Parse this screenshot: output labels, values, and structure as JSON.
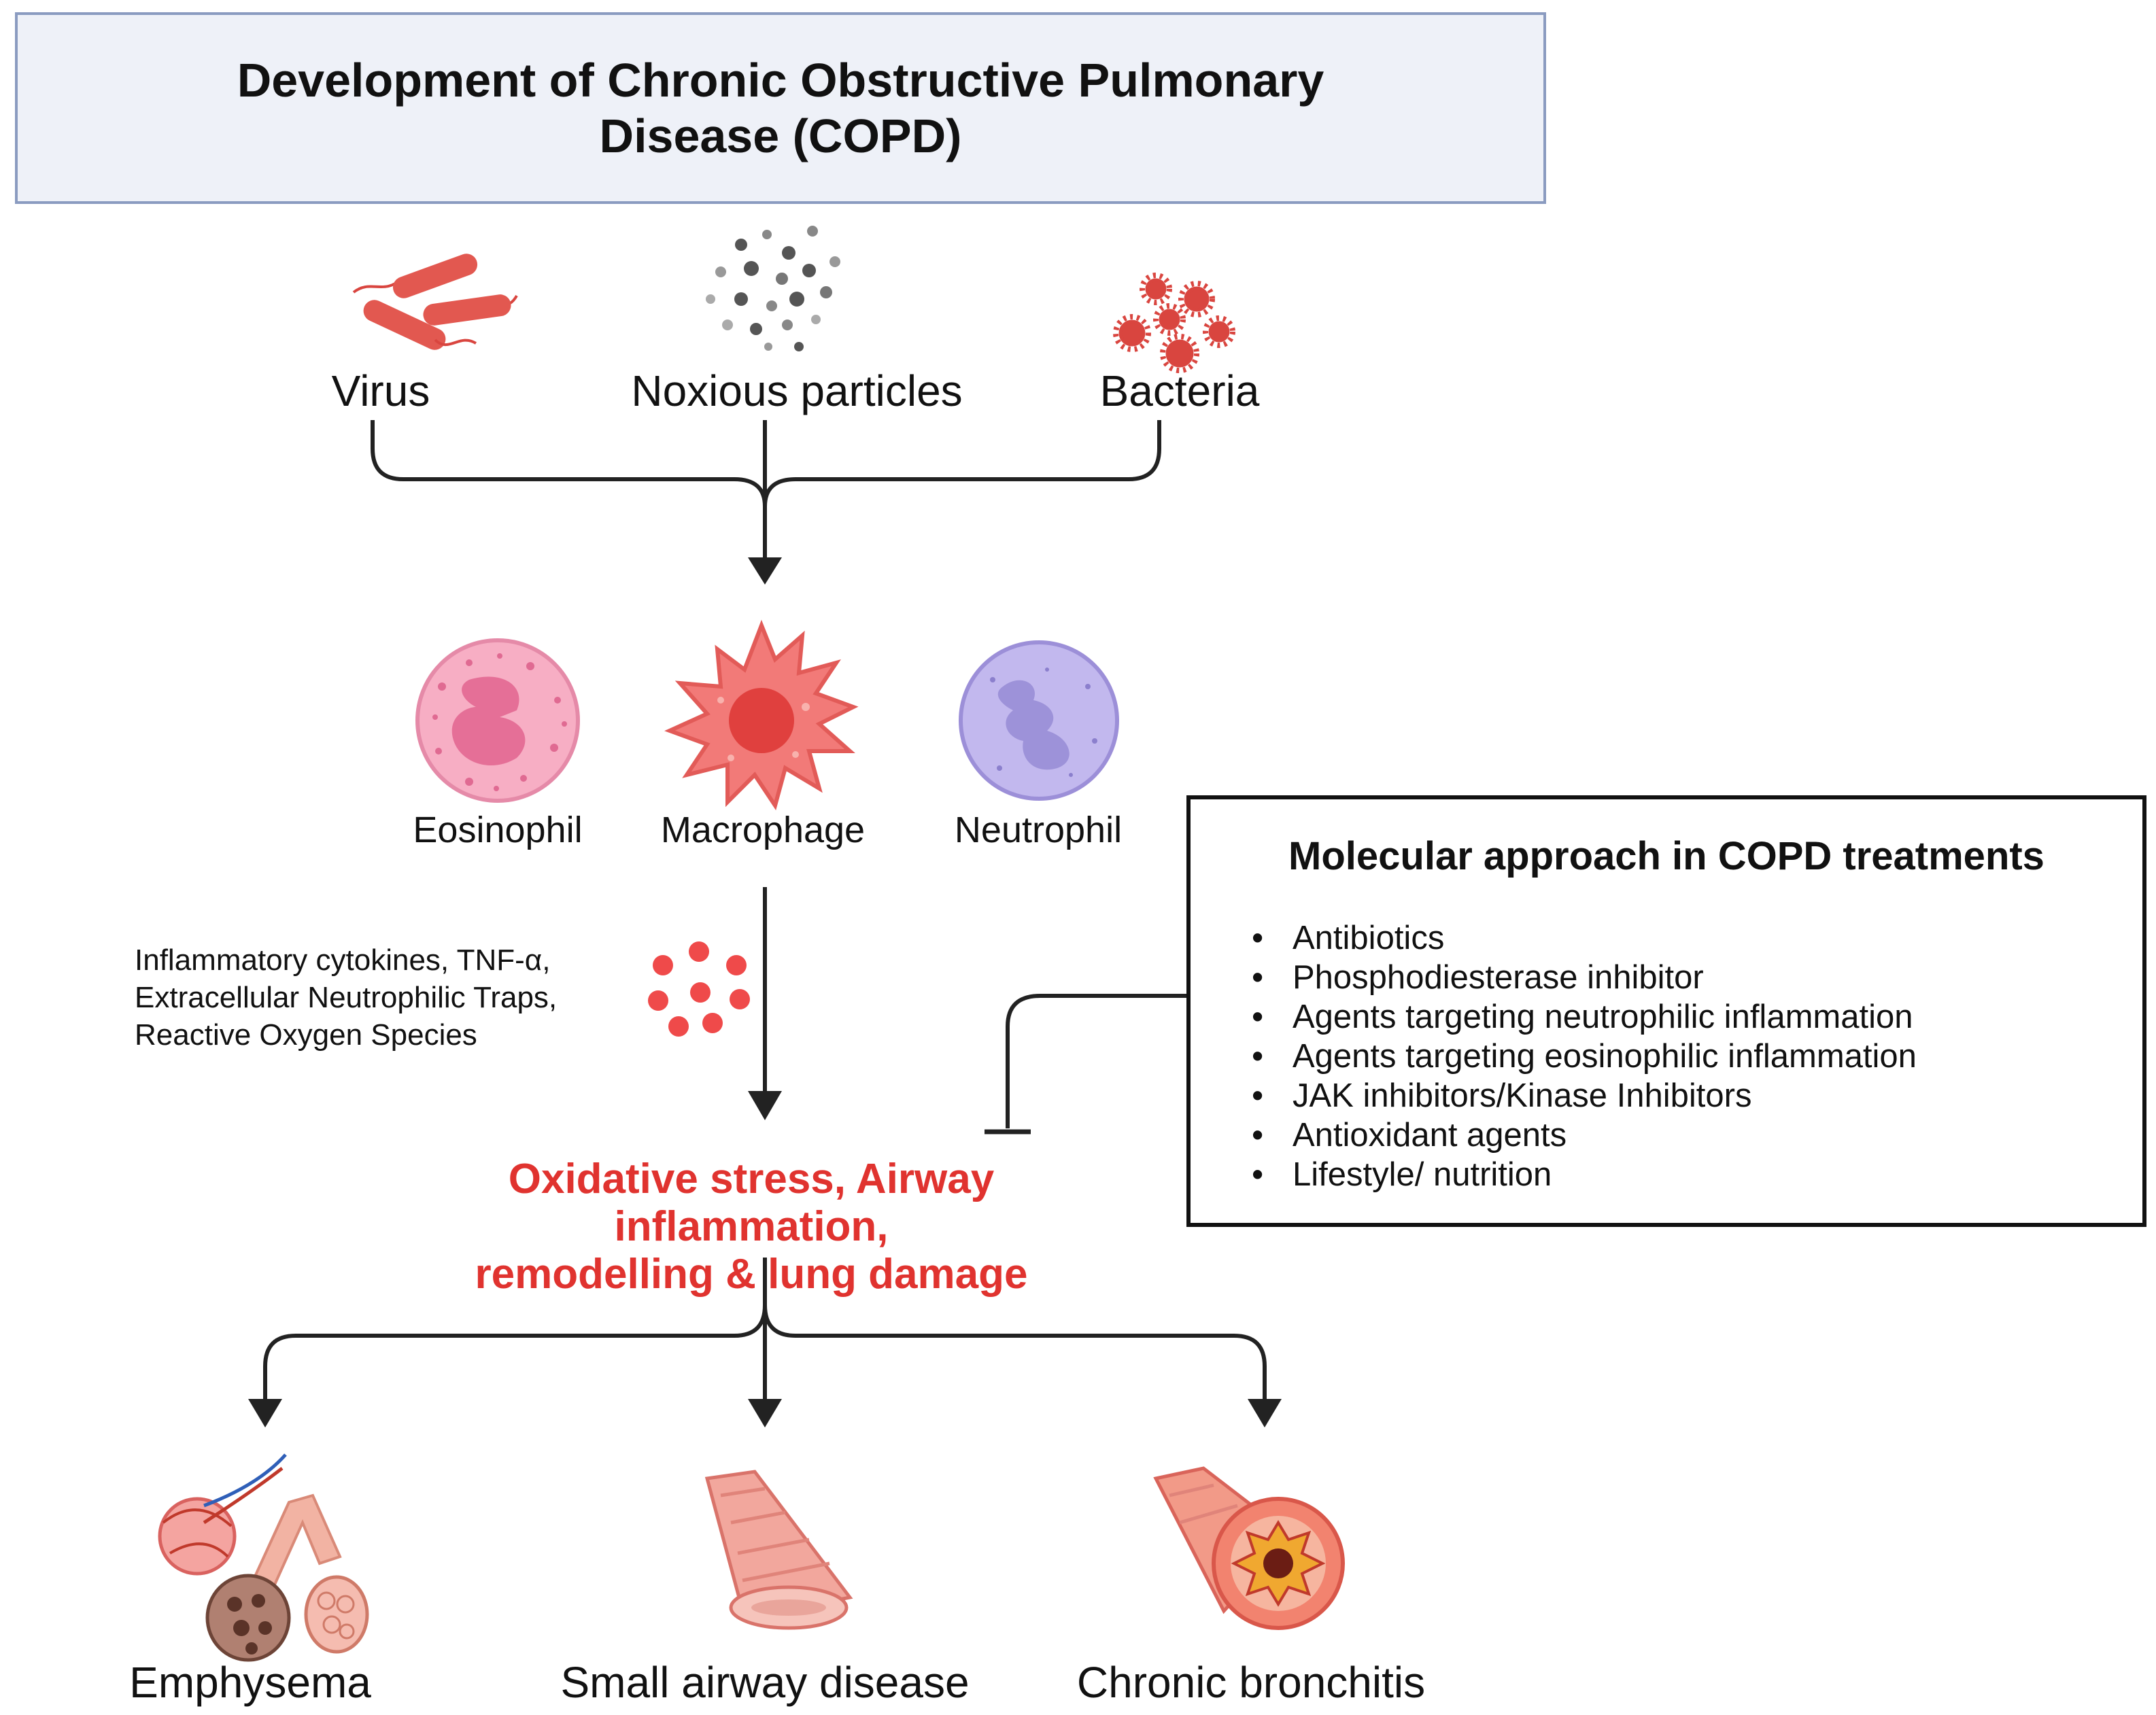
{
  "title": {
    "line1": "Development of Chronic Obstructive Pulmonary",
    "line2": "Disease (COPD)"
  },
  "triggers": [
    "Virus",
    "Noxious particles",
    "Bacteria"
  ],
  "cells": [
    "Eosinophil",
    "Macrophage",
    "Neutrophil"
  ],
  "mediators": [
    "Inflammatory cytokines, TNF-α,",
    "Extracellular Neutrophilic Traps,",
    "Reactive Oxygen Species"
  ],
  "outcome": {
    "line1": "Oxidative stress, Airway inflammation,",
    "line2": "remodelling & lung damage"
  },
  "treatments": {
    "title": "Molecular approach in COPD treatments",
    "items": [
      "Antibiotics",
      "Phosphodiesterase inhibitor",
      "Agents targeting neutrophilic inflammation",
      "Agents targeting eosinophilic inflammation",
      "JAK inhibitors/Kinase Inhibitors",
      "Antioxidant agents",
      "Lifestyle/ nutrition"
    ]
  },
  "diseases": [
    "Emphysema",
    "Small airway disease",
    "Chronic bronchitis"
  ],
  "colors": {
    "title_bg": "#eef1f8",
    "title_border": "#8a9bc0",
    "outcome_text": "#e0332f",
    "arrow": "#222222",
    "pathogen_red": "#d9453f"
  }
}
